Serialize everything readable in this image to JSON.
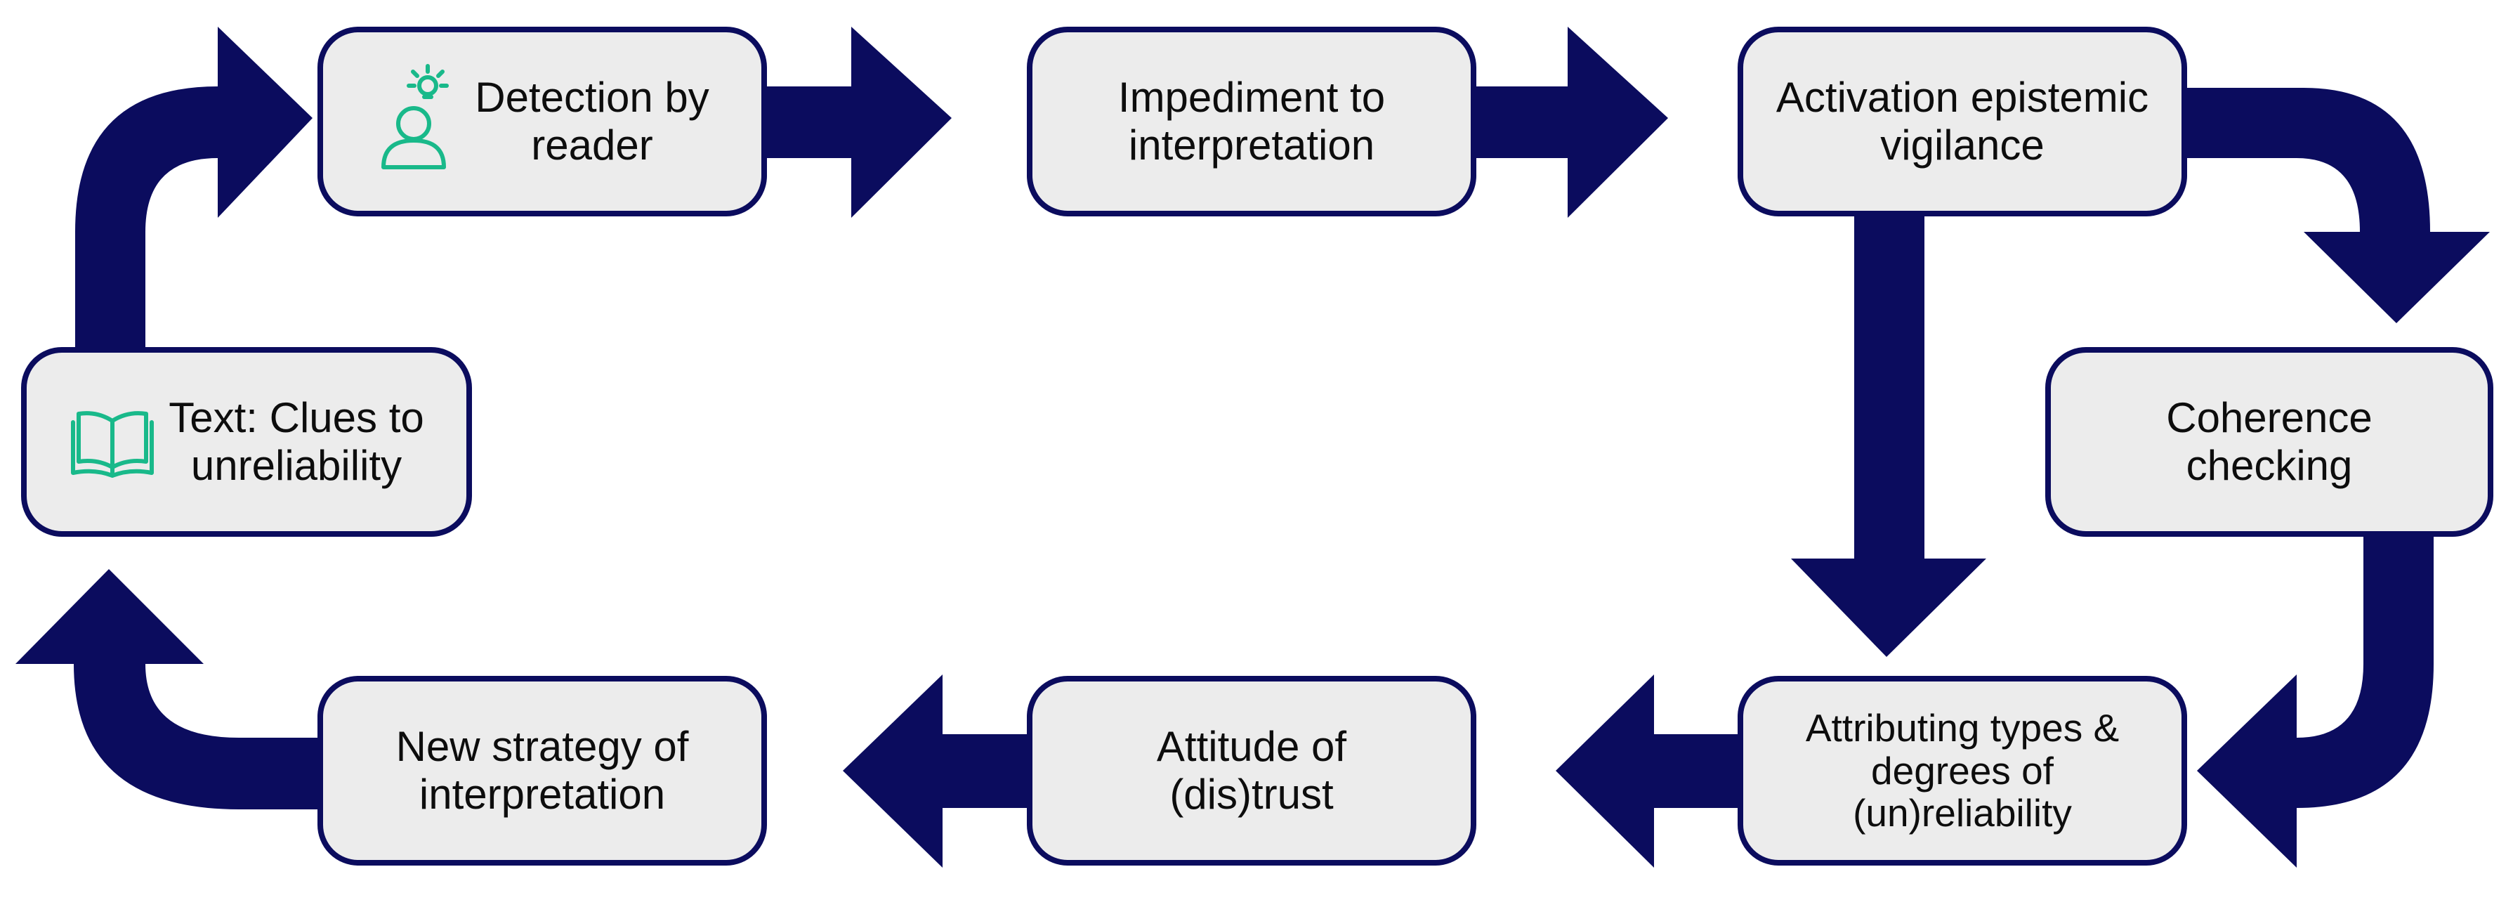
{
  "colors": {
    "arrow": "#0b0c5e",
    "box_fill": "#ececec",
    "box_border": "#0b0c5e",
    "icon": "#19b98a",
    "text": "#0d0d0d"
  },
  "nodes": {
    "detection": {
      "lines": [
        "Detection by",
        "reader"
      ],
      "icon": "person-with-lightbulb-icon"
    },
    "impediment": {
      "lines": [
        "Impediment to",
        "interpretation"
      ]
    },
    "activation": {
      "lines": [
        "Activation epistemic",
        "vigilance"
      ]
    },
    "coherence": {
      "lines": [
        "Coherence",
        "checking"
      ]
    },
    "attributing": {
      "lines": [
        "Attributing types &",
        "degrees of",
        "(un)reliability"
      ]
    },
    "attitude": {
      "lines": [
        "Attitude of",
        "(dis)trust"
      ]
    },
    "new_strategy": {
      "lines": [
        "New strategy of",
        "interpretation"
      ]
    },
    "text_clues": {
      "lines": [
        "Text: Clues to",
        "unreliability"
      ],
      "icon": "open-book-icon"
    }
  },
  "flow": [
    [
      "text_clues",
      "detection"
    ],
    [
      "detection",
      "impediment"
    ],
    [
      "impediment",
      "activation"
    ],
    [
      "activation",
      "coherence"
    ],
    [
      "activation",
      "attributing"
    ],
    [
      "coherence",
      "attributing"
    ],
    [
      "attributing",
      "attitude"
    ],
    [
      "attitude",
      "new_strategy"
    ],
    [
      "new_strategy",
      "text_clues"
    ]
  ]
}
